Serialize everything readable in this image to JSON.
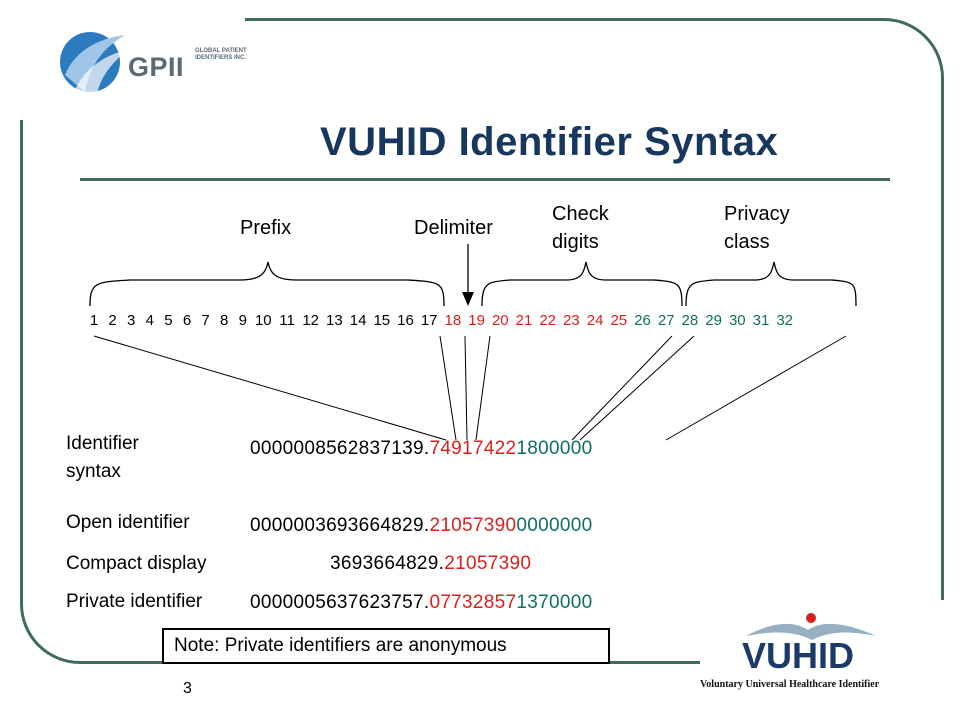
{
  "title": "VUHID Identifier Syntax",
  "logo_gpii": {
    "name": "GPII",
    "subtitle": "GLOBAL PATIENT IDENTIFIERS INC."
  },
  "logo_vuhid": {
    "name": "VUHID",
    "tagline": "Voluntary Universal Healthcare Identifier"
  },
  "segments": {
    "prefix": "Prefix",
    "delimiter": "Delimiter",
    "check_digits": "Check digits",
    "privacy_class": "Privacy class"
  },
  "positions": {
    "black": [
      "1",
      "2",
      "3",
      "4",
      "5",
      "6",
      "7",
      "8",
      "9",
      "10",
      "11",
      "12",
      "13",
      "14",
      "15",
      "16",
      "17"
    ],
    "red": [
      "18",
      "19",
      "20",
      "21",
      "22",
      "23",
      "24",
      "25"
    ],
    "teal": [
      "26",
      "27",
      "28",
      "29",
      "30",
      "31",
      "32"
    ]
  },
  "rows": {
    "identifier_syntax": {
      "label": "Identifier syntax",
      "prefix": "0000008562837139.",
      "check": "74917422",
      "privacy": "1800000"
    },
    "open_identifier": {
      "label": "Open identifier",
      "prefix": "0000003693664829.",
      "check": "21057390",
      "privacy": "0000000"
    },
    "compact_display": {
      "label": "Compact display",
      "prefix": "3693664829.",
      "check": "21057390",
      "privacy": ""
    },
    "private_identifier": {
      "label": "Private identifier",
      "prefix": "0000005637623757.",
      "check": "07732857",
      "privacy": "1370000"
    }
  },
  "note": "Note:  Private identifiers are anonymous",
  "page_number": "3",
  "colors": {
    "frame": "#3e6b5c",
    "title": "#17375e",
    "check": "#d9211c",
    "privacy": "#0e7060"
  }
}
